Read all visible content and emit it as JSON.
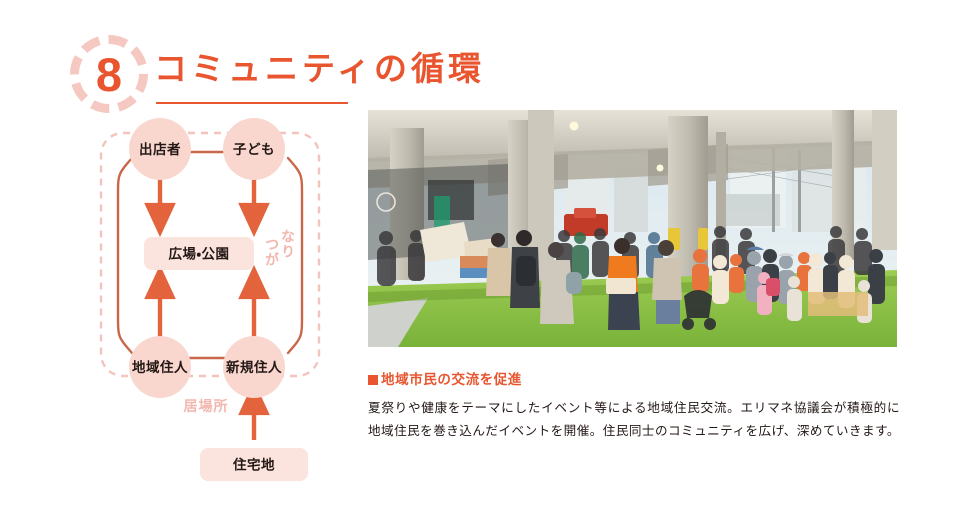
{
  "slide": {
    "number": "8",
    "title": "コミュニティの循環"
  },
  "diagram": {
    "nodes": {
      "vendor": "出店者",
      "children": "子ども",
      "plaza": "広場・公園",
      "local_residents": "地域住人",
      "new_residents": "新規住人",
      "residential_area": "住宅地"
    },
    "annotations": {
      "connection_col_right": "なり",
      "connection_col_left": "つが",
      "connection_full": "つながり",
      "place_to_belong": "居場所"
    },
    "colors": {
      "circle_fill": "#f9d7cf",
      "box_fill": "#fbe4de",
      "arrow": "#e3633c",
      "link_line": "#c9674b",
      "dashed_boundary": "#f3c3bd",
      "soft_text": "#f2b7ae",
      "node_text": "#231815"
    }
  },
  "photo": {
    "caption_alt": "高架下の広場で開催された地域イベントに集まる大勢の来場者",
    "scene": {
      "turf": "#8cc63f",
      "pillar": "#c9c4b8",
      "sky": "#cfe0ea"
    }
  },
  "content": {
    "heading": "地域市民の交流を促進",
    "paragraph": "夏祭りや健康をテーマにしたイベント等による地域住民交流。エリマネ協議会が積極的に地域住民を巻き込んだイベントを開催。住民同士のコミュニティを広げ、深めていきます。"
  },
  "theme": {
    "accent": "#e8552e",
    "accent_soft": "#f6c8c2",
    "background": "#ffffff"
  }
}
